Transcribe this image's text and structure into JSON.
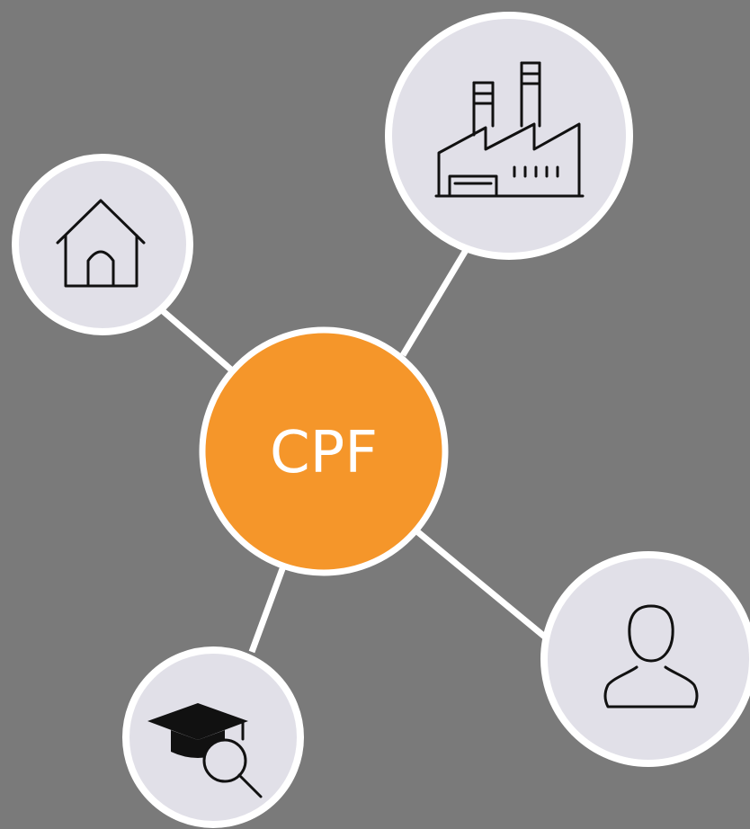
{
  "hub": {
    "label": "CPF",
    "color": "#f5962a"
  },
  "colors": {
    "background": "#7a7a7a",
    "node_fill": "#e1e0e8",
    "outline": "#ffffff",
    "icon": "#111111"
  },
  "nodes": [
    {
      "id": "home",
      "icon": "house-icon"
    },
    {
      "id": "industry",
      "icon": "factory-icon"
    },
    {
      "id": "person",
      "icon": "user-icon"
    },
    {
      "id": "research",
      "icon": "graduation-cap-search-icon"
    }
  ]
}
